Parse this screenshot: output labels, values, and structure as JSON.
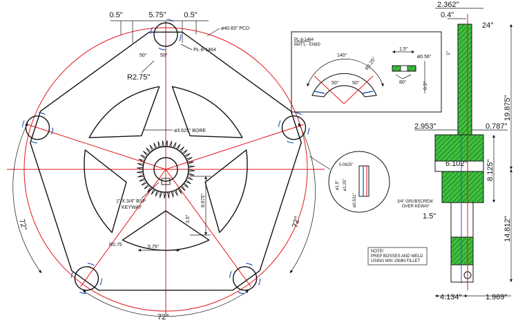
{
  "front_view": {
    "dims": {
      "boss_gap_left": "0.5\"",
      "boss_width": "5.75\"",
      "boss_gap_right": "0.5\"",
      "pcd": "ø40.83\" PCD",
      "plate_ref": "PL-8-1464",
      "angle_a": "50°",
      "angle_b": "50°",
      "boss_radius": "R2.75\"",
      "bore": "ø3.625\" BORE",
      "keyway": "1\" X 3/4\" BSP\nKEYWAY",
      "hole_width": "5.75\"",
      "hole_inner": "3.5\"",
      "hole_radius": "R0.75",
      "hole_height": "8.875\"",
      "angle_left": "72°",
      "angle_right": "72°",
      "angle_bottom": "72°"
    }
  },
  "detail_plate": {
    "title": "PL-8-1464",
    "material": "MAT'L - EN8D",
    "arc_angle": "140°",
    "angle_a": "50°",
    "angle_b": "50°",
    "radius": "R2.25\"",
    "width": "1.5\"",
    "dia": "ø0.56\"",
    "thickness": "0.5\"",
    "tab_angle": "80°"
  },
  "detail_hub": {
    "d1": "0.0625\"",
    "d2": "ø1.5\"",
    "d3": "ø1.25\"",
    "d4": "ø0.531\""
  },
  "side_view": {
    "overall_width": "2.362\"",
    "tooth_width": "0.4\"",
    "chamfer_angle": "24°",
    "tooth_height": "1\"",
    "hub_left": "2.953\"",
    "hub_right": "0.787\"",
    "hub_dia": "6.102\"",
    "hub_len": "8.125\"",
    "outer_height": "19.875\"",
    "lower_height": "14.812\"",
    "key_offset": "1.5\"",
    "grubscrew": "3/4\" GRUBSCREW\nOVER KEWAY",
    "bottom_left": "4.134\"",
    "bottom_right": "1.969\""
  },
  "note": {
    "title": "NOTE!",
    "line1": "PREP BOSSES AND WELD",
    "line2": "USING MIN 15MM FILLET"
  }
}
